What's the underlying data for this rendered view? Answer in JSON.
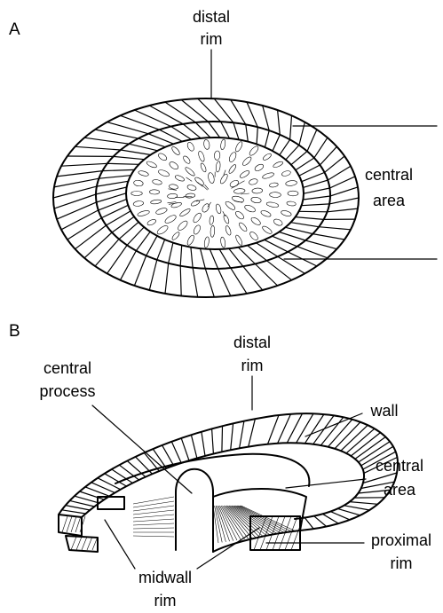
{
  "panel_a": {
    "letter": "A",
    "label_distal_rim": [
      "distal",
      "rim"
    ],
    "label_central_area": [
      "central",
      "area"
    ]
  },
  "panel_b": {
    "letter": "B",
    "label_distal_rim": [
      "distal",
      "rim"
    ],
    "label_central_process": [
      "central",
      "process"
    ],
    "label_wall": "wall",
    "label_central_area": [
      "central",
      "area"
    ],
    "label_proximal_rim": [
      "proximal",
      "rim"
    ],
    "label_midwall_rim": [
      "midwall",
      "rim"
    ]
  }
}
